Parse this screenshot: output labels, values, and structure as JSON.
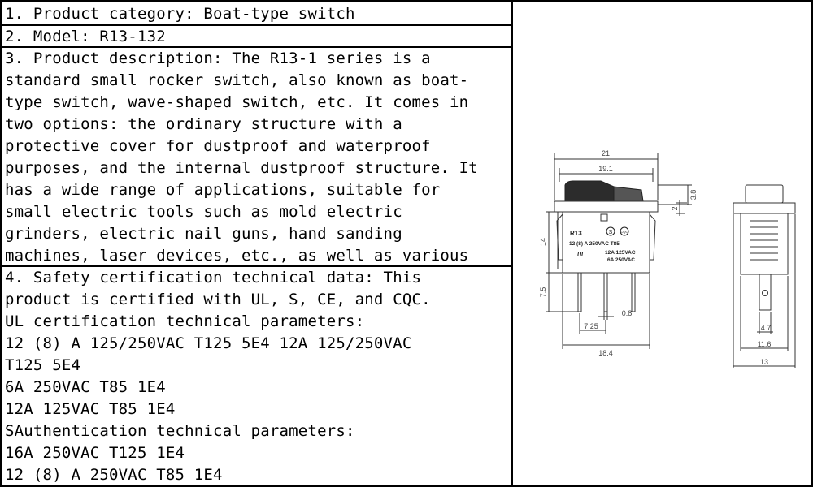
{
  "spec_table": {
    "category": "1. Product category: Boat-type switch",
    "model": "2. Model: R13-132",
    "description_lines": [
      "3. Product description: The R13-1 series is a",
      "standard small rocker switch, also known as boat-",
      "type switch, wave-shaped switch, etc. It comes in",
      "two options: the ordinary structure with a",
      "protective cover for dustproof and waterproof",
      "purposes, and the internal dustproof structure. It",
      "has a wide range of applications, suitable for",
      "small electric tools such as mold electric",
      "grinders, electric nail guns, hand sanding",
      "machines, laser devices, etc., as well as various"
    ],
    "certification_lines": [
      "4. Safety certification technical data: This",
      "product is certified with UL, S, CE, and CQC.",
      "UL certification technical parameters:",
      "12 (8) A  125/250VAC  T125  5E4 12A   125/250VAC",
      "T125  5E4",
      "6A   250VAC  T85  1E4",
      "12A  125VAC  T85  1E4",
      "SAuthentication technical parameters:",
      "16A   250VAC  T125  1E4",
      "12 (8) A  250VAC  T85  1E4"
    ]
  },
  "drawing": {
    "dim_21": "21",
    "dim_19_1": "19.1",
    "dim_3_8": "3.8",
    "dim_2": "2",
    "dim_14": "14",
    "dim_7_5": "7.5",
    "dim_0_8": "0.8",
    "dim_7_25": "7.25",
    "dim_18_4": "18.4",
    "dim_4_7": "4.7",
    "dim_11_6": "11.6",
    "dim_13": "13",
    "label_model": "R13",
    "label_rating1": "12 (8) A  250VAC  T85",
    "label_rating2": "12A  125VAC",
    "label_rating3": "6A  250VAC",
    "label_ul": "UL",
    "label_s": "S",
    "label_cqc": "CQC"
  }
}
